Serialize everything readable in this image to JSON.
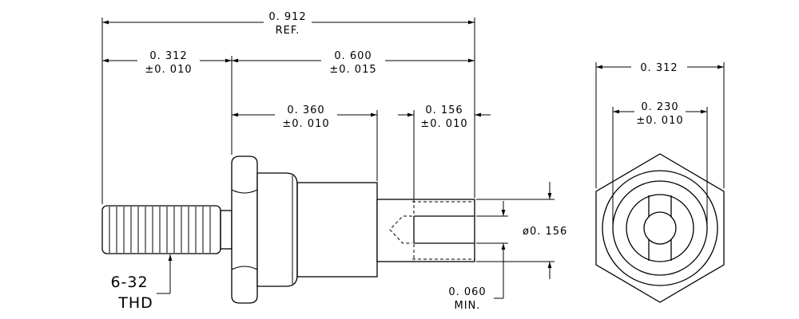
{
  "dimensions": {
    "overall": {
      "value": "0. 912",
      "note": "REF."
    },
    "thread_length": {
      "value": "0. 312",
      "tol": "±0. 010"
    },
    "body_length": {
      "value": "0. 600",
      "tol": "±0. 015"
    },
    "knurl_length": {
      "value": "0. 360",
      "tol": "±0. 010"
    },
    "slot_depth": {
      "value": "0. 156",
      "tol": "±0. 010"
    },
    "tip_diameter": {
      "value": "ø0. 156"
    },
    "slot_width": {
      "value": "0. 060",
      "note": "MIN."
    },
    "hex_flats": {
      "value": "0. 312"
    },
    "knurl_diameter": {
      "value": "0. 230",
      "tol": "±0. 010"
    }
  },
  "thread_label": {
    "line1": "6-32",
    "line2": "THD"
  },
  "colors": {
    "ink": "#000000",
    "paper": "#ffffff"
  }
}
